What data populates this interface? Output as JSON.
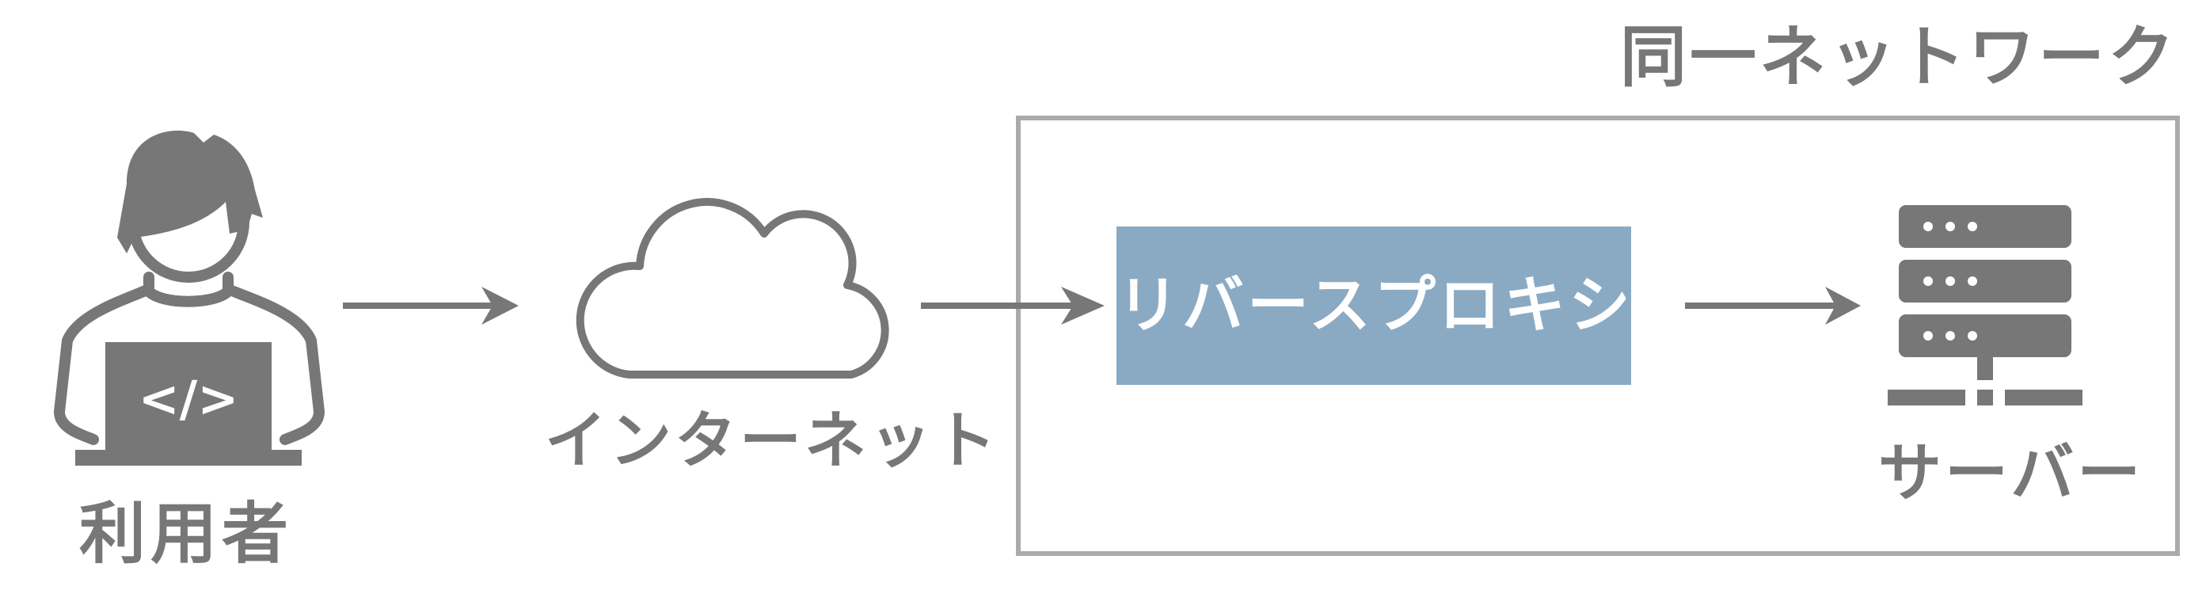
{
  "labels": {
    "network": "同一ネットワーク",
    "user": "利用者",
    "internet": "インターネット",
    "proxy": "リバースプロキシ",
    "server": "サーバー"
  },
  "icons": {
    "user": "developer-user-icon",
    "cloud": "cloud-icon",
    "server": "server-rack-icon",
    "laptop_code_symbol": "</>"
  },
  "colors": {
    "icon_gray": "#777777",
    "frame_gray": "#aaaaaa",
    "proxy_fill": "#8aaac4",
    "proxy_text": "#ffffff",
    "background": "#ffffff"
  }
}
